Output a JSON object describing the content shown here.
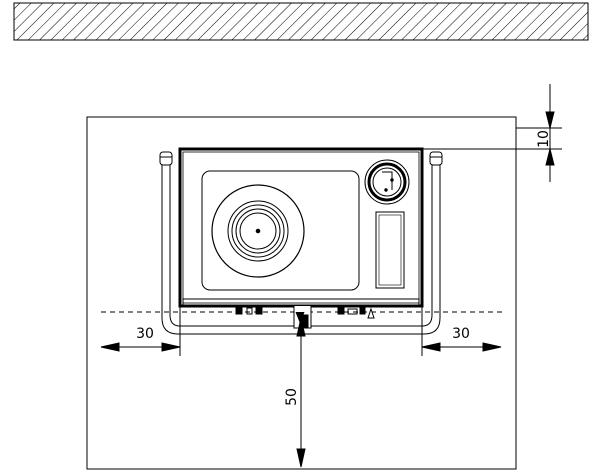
{
  "diagram": {
    "dimensions": {
      "wall_clearance": "10",
      "left_side": "30",
      "right_side": "30",
      "front": "50"
    },
    "colors": {
      "line": "#000000",
      "background": "#ffffff"
    }
  }
}
